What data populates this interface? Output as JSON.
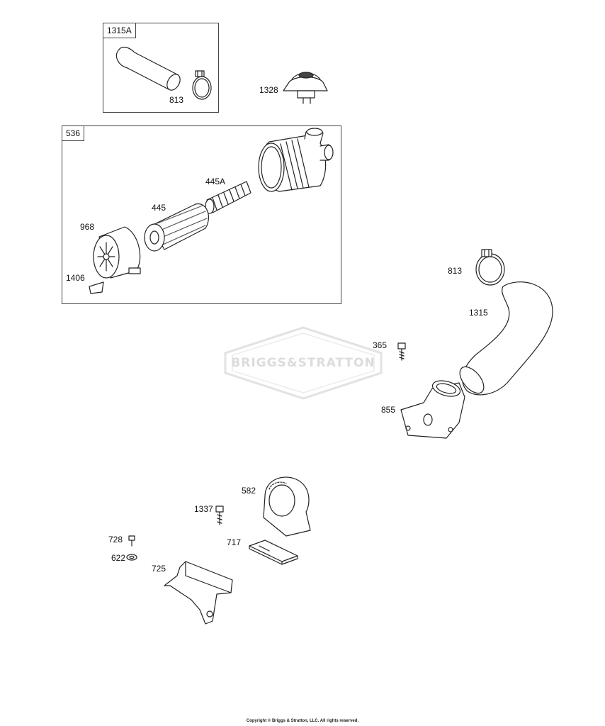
{
  "groups": {
    "kit_1315A": "1315A",
    "kit_536": "536"
  },
  "parts": {
    "p813_kit": "813",
    "p1328": "1328",
    "p445A": "445A",
    "p445": "445",
    "p968": "968",
    "p1406": "1406",
    "p813_main": "813",
    "p1315": "1315",
    "p365": "365",
    "p855": "855",
    "p582": "582",
    "p1337": "1337",
    "p728": "728",
    "p622": "622",
    "p717": "717",
    "p725": "725"
  },
  "watermark": "BRIGGS&STRATTON",
  "copyright": "Copyright © Briggs & Stratton, LLC. All rights reserved."
}
